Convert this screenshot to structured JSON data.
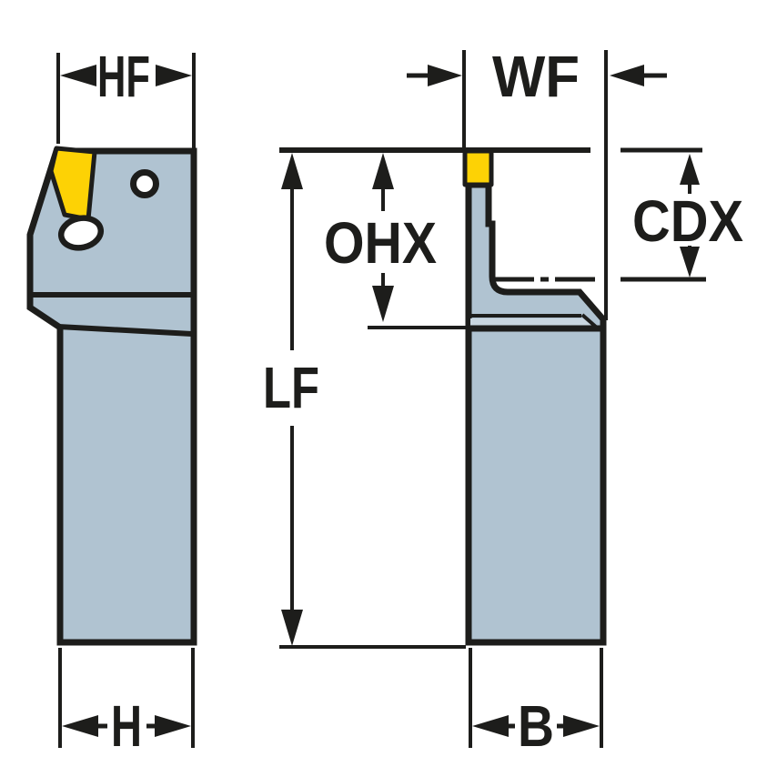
{
  "diagram": {
    "type": "technical-drawing",
    "labels": {
      "hf": "HF",
      "wf": "WF",
      "ohx": "OHX",
      "cdx": "CDX",
      "lf": "LF",
      "h": "H",
      "b": "B"
    },
    "colors": {
      "body_blue": "#b0c3d1",
      "chamfer_blue": "#c9d6df",
      "insert_yellow": "#fdd205",
      "line_black": "#1d1d1b",
      "background": "#ffffff"
    }
  }
}
